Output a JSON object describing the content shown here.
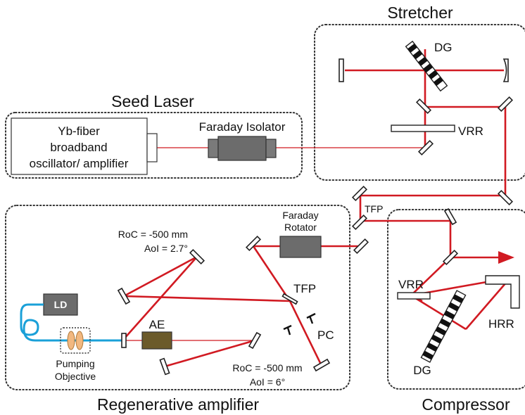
{
  "sections": {
    "stretcher": "Stretcher",
    "seed_laser": "Seed Laser",
    "regen": "Regenerative amplifier",
    "compressor": "Compressor"
  },
  "components": {
    "oscillator_line1": "Yb-fiber",
    "oscillator_line2": "broadband",
    "oscillator_line3": "oscillator/ amplifier",
    "faraday_isolator": "Faraday Isolator",
    "stretcher_dg": "DG",
    "stretcher_vrr": "VRR",
    "tfp_top": "TFP",
    "faraday_rotator_line1": "Faraday",
    "faraday_rotator_line2": "Rotator",
    "tfp_regen": "TFP",
    "pc": "PC",
    "ld": "LD",
    "ae": "AE",
    "pumping_line1": "Pumping",
    "pumping_line2": "Objective",
    "roc_top": "RoC = -500 mm",
    "aoi_top": "AoI = 2.7°",
    "roc_bottom": "RoC = -500 mm",
    "aoi_bottom": "AoI = 6°",
    "compressor_vrr": "VRR",
    "compressor_hrr": "HRR",
    "compressor_dg": "DG"
  },
  "colors": {
    "beam": "#d11a22",
    "fiber": "#1aa0d8",
    "isolator": "#7a7a7a",
    "gain_medium": "#6b5a2a",
    "objective": "#f2b880"
  }
}
